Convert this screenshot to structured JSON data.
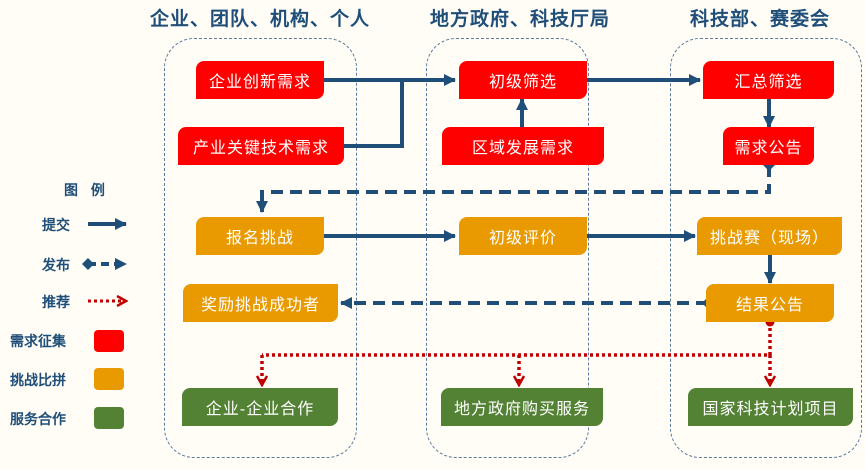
{
  "columns": [
    {
      "title": "企业、团队、机构、个人"
    },
    {
      "title": "地方政府、科技厅局"
    },
    {
      "title": "科技部、赛委会"
    }
  ],
  "boxes": {
    "enterprise_innovation_demand": {
      "label": "企业创新需求",
      "category": "demand"
    },
    "industry_key_tech_demand": {
      "label": "产业关键技术需求",
      "category": "demand"
    },
    "primary_screening": {
      "label": "初级筛选",
      "category": "demand"
    },
    "regional_dev_demand": {
      "label": "区域发展需求",
      "category": "demand"
    },
    "summary_screening": {
      "label": "汇总筛选",
      "category": "demand"
    },
    "demand_announcement": {
      "label": "需求公告",
      "category": "demand"
    },
    "register_challenge": {
      "label": "报名挑战",
      "category": "challenge"
    },
    "primary_evaluation": {
      "label": "初级评价",
      "category": "challenge"
    },
    "challenge_onsite": {
      "label": "挑战赛（现场）",
      "category": "challenge"
    },
    "reward_winners": {
      "label": "奖励挑战成功者",
      "category": "challenge"
    },
    "result_announcement": {
      "label": "结果公告",
      "category": "challenge"
    },
    "enterprise_cooperation": {
      "label": "企业-企业合作",
      "category": "service"
    },
    "gov_purchase_service": {
      "label": "地方政府购买服务",
      "category": "service"
    },
    "national_tech_project": {
      "label": "国家科技计划项目",
      "category": "service"
    }
  },
  "legend": {
    "title": "图 例",
    "lines": [
      {
        "label": "提交",
        "type": "submit",
        "style": "solid-arrow"
      },
      {
        "label": "发布",
        "type": "publish",
        "style": "dashed-diamond-arrow"
      },
      {
        "label": "推荐",
        "type": "recommend",
        "style": "dotted-open-arrow"
      }
    ],
    "categories": [
      {
        "label": "需求征集",
        "key": "demand",
        "color": "#ff0000"
      },
      {
        "label": "挑战比拼",
        "key": "challenge",
        "color": "#e89a00"
      },
      {
        "label": "服务合作",
        "key": "service",
        "color": "#548235"
      }
    ]
  },
  "colors": {
    "demand": "#ff0000",
    "challenge": "#e89a00",
    "service": "#548235",
    "connector": "#1f4e79",
    "recommend": "#c00000",
    "title": "#1f4e79"
  },
  "edges": [
    {
      "from": "enterprise_innovation_demand",
      "to": "primary_screening",
      "type": "submit"
    },
    {
      "from": "industry_key_tech_demand",
      "to": "primary_screening",
      "type": "submit"
    },
    {
      "from": "regional_dev_demand",
      "to": "primary_screening",
      "type": "submit"
    },
    {
      "from": "primary_screening",
      "to": "summary_screening",
      "type": "submit"
    },
    {
      "from": "summary_screening",
      "to": "demand_announcement",
      "type": "submit"
    },
    {
      "from": "demand_announcement",
      "to": "register_challenge",
      "type": "publish"
    },
    {
      "from": "register_challenge",
      "to": "primary_evaluation",
      "type": "submit"
    },
    {
      "from": "primary_evaluation",
      "to": "challenge_onsite",
      "type": "submit"
    },
    {
      "from": "challenge_onsite",
      "to": "result_announcement",
      "type": "submit"
    },
    {
      "from": "result_announcement",
      "to": "reward_winners",
      "type": "publish"
    },
    {
      "from": "result_announcement",
      "to": "enterprise_cooperation",
      "type": "recommend"
    },
    {
      "from": "result_announcement",
      "to": "gov_purchase_service",
      "type": "recommend"
    },
    {
      "from": "result_announcement",
      "to": "national_tech_project",
      "type": "recommend"
    }
  ]
}
